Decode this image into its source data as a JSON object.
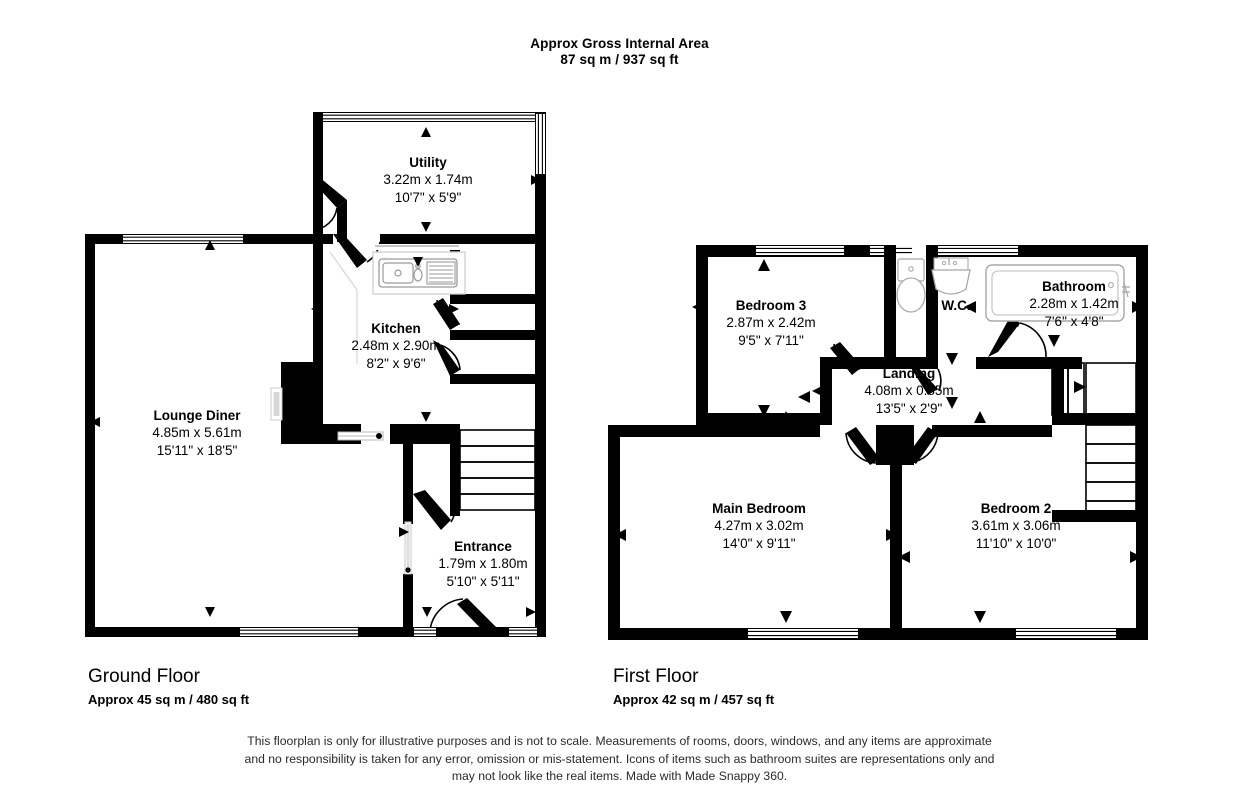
{
  "header": {
    "title_line1": "Approx Gross Internal Area",
    "title_line2": "87 sq m / 937 sq ft"
  },
  "floors": [
    {
      "id": "ground",
      "name": "Ground Floor",
      "area": "Approx 45 sq m / 480 sq ft",
      "rooms": [
        {
          "name": "Utility",
          "metric": "3.22m x 1.74m",
          "imperial": "10'7\" x 5'9\""
        },
        {
          "name": "Kitchen",
          "metric": "2.48m x 2.90m",
          "imperial": "8'2\" x 9'6\""
        },
        {
          "name": "Lounge Diner",
          "metric": "4.85m x 5.61m",
          "imperial": "15'11\" x 18'5\""
        },
        {
          "name": "Entrance",
          "metric": "1.79m x 1.80m",
          "imperial": "5'10\" x 5'11\""
        }
      ]
    },
    {
      "id": "first",
      "name": "First Floor",
      "area": "Approx 42 sq m / 457 sq ft",
      "rooms": [
        {
          "name": "Bedroom 3",
          "metric": "2.87m x 2.42m",
          "imperial": "9'5\" x 7'11\""
        },
        {
          "name": "Landing",
          "metric": "4.08m x 0.85m",
          "imperial": "13'5\" x 2'9\""
        },
        {
          "name": "W.C.",
          "metric": "",
          "imperial": ""
        },
        {
          "name": "Bathroom",
          "metric": "2.28m x 1.42m",
          "imperial": "7'6\" x 4'8\""
        },
        {
          "name": "Main Bedroom",
          "metric": "4.27m x 3.02m",
          "imperial": "14'0\" x 9'11\""
        },
        {
          "name": "Bedroom 2",
          "metric": "3.61m x 3.06m",
          "imperial": "11'10\" x 10'0\""
        }
      ]
    }
  ],
  "disclaimer": {
    "line1": "This floorplan is only for illustrative purposes and is not to scale. Measurements of rooms, doors, windows, and any items are approximate",
    "line2": "and no responsibility is taken for any error, omission or mis-statement. Icons of items such as bathroom suites are representations only and",
    "line3": "may not look like the real items. Made with Made Snappy 360."
  },
  "colors": {
    "wall": "#000000",
    "background": "#ffffff",
    "text": "#000000",
    "fixture_outline": "#b0b0b0"
  }
}
